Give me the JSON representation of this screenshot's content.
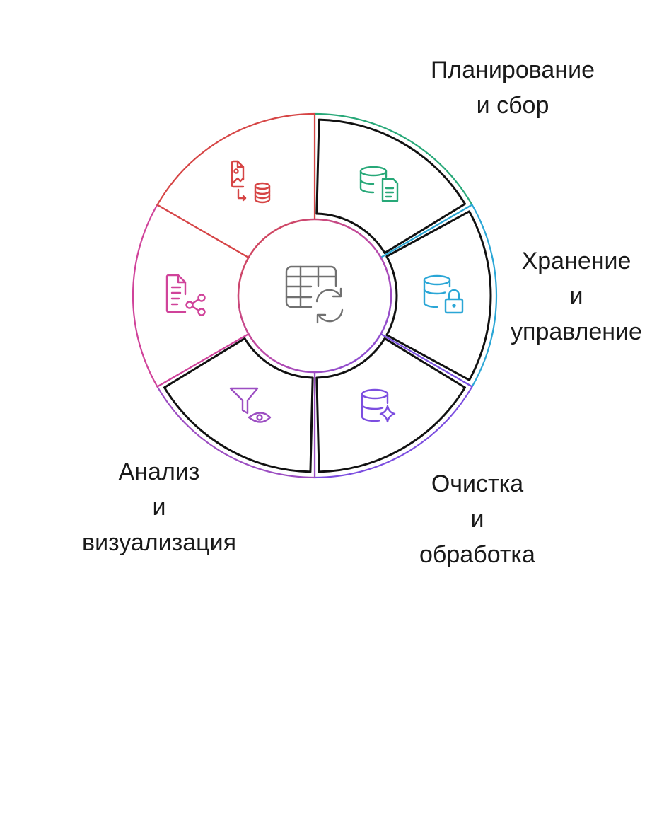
{
  "segments": [
    {
      "id": "plan",
      "lines": [
        "Планирование",
        "и сбор"
      ],
      "color": "#27a878",
      "icon": "database-document-icon"
    },
    {
      "id": "store",
      "lines": [
        "Хранение",
        "и",
        "управление"
      ],
      "color": "#2aa6d6",
      "icon": "database-lock-icon"
    },
    {
      "id": "clean",
      "lines": [
        "Очистка",
        "и",
        "обработка"
      ],
      "color": "#7c4ee0",
      "icon": "database-sparkle-icon"
    },
    {
      "id": "analysis",
      "lines": [
        "Анализ",
        "и",
        "визуализация"
      ],
      "color": "#9c4ec2",
      "icon": "filter-eye-icon"
    },
    {
      "id": "share",
      "lines": [],
      "color": "#d0439a",
      "icon": "document-share-icon"
    },
    {
      "id": "import",
      "lines": [],
      "color": "#d64545",
      "icon": "image-to-database-icon"
    }
  ],
  "center": {
    "icon": "table-refresh-icon",
    "color": "#707070"
  }
}
